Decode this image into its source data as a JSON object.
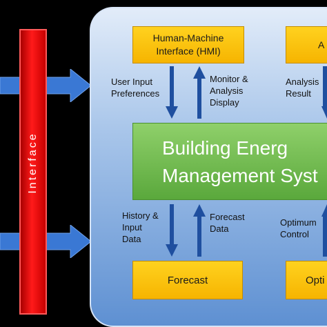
{
  "interface_label": "Interface",
  "modules": {
    "hmi": "Human-Machine\nInterface (HMI)",
    "analysis": "A",
    "forecast": "Forecast",
    "optimum": "Opti",
    "bems": "Building Energ\nManagement Syst"
  },
  "flows": {
    "user_input": "User Input\nPreferences",
    "monitor": "Monitor &\nAnalysis\nDisplay",
    "analysis_result": "Analysis\nResult",
    "history": "History &\nInput\nData",
    "forecast_data": "Forecast\nData",
    "optimum_control": "Optimum\nControl"
  },
  "colors": {
    "panel": "#a9c6ea",
    "interface": "#e00000",
    "module": "#fcc400",
    "bems": "#70bb4e",
    "arrow_blue": "#1f4f9f",
    "arrow_h": "#3a78d4"
  }
}
